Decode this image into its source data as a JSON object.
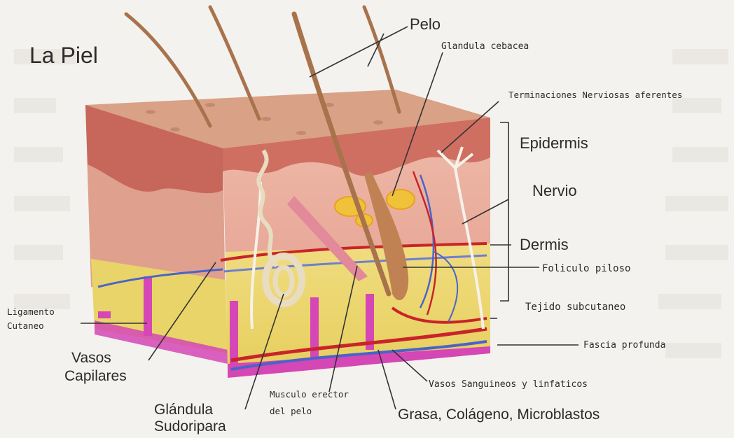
{
  "title": "La Piel",
  "colors": {
    "background": "#f4f2ee",
    "skin_surface": "#d59a7e",
    "epidermis": "#c9695e",
    "dermis": "#e7b3a4",
    "subcutaneous_fat": "#ecd873",
    "fascia": "#d447b5",
    "artery": "#c8242a",
    "vein": "#4a63c9",
    "hair": "#a8734c"
  },
  "labels": {
    "pelo": "Pelo",
    "glandula_cebacea": "Glandula cebacea",
    "terminaciones": "Terminaciones Nerviosas aferentes",
    "epidermis": "Epidermis",
    "nervio": "Nervio",
    "dermis": "Dermis",
    "foliculo": "Foliculo piloso",
    "tejido": "Tejido subcutaneo",
    "fascia": "Fascia profunda",
    "vasos_sanguineos": "Vasos Sanguineos y linfaticos",
    "grasa": "Grasa, Colágeno, Microblastos",
    "musculo_1": "Musculo erector",
    "musculo_2": "del pelo",
    "glandula_sud_1": "Glándula",
    "glandula_sud_2": "Sudoripara",
    "vasos_cap_1": "Vasos",
    "vasos_cap_2": "Capilares",
    "ligamento_1": "Ligamento",
    "ligamento_2": "Cutaneo"
  }
}
